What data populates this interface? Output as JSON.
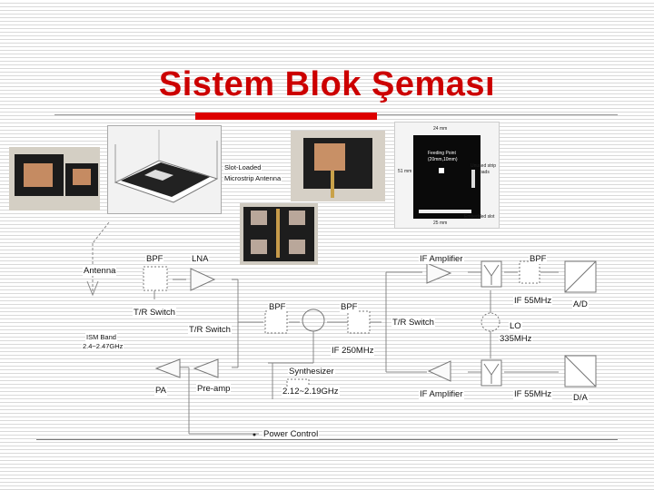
{
  "title": "Sistem Blok Şeması",
  "antenna_caption": [
    "Slot-Loaded",
    "Microstrip Antenna"
  ],
  "blocks": {
    "bpf1": "BPF",
    "lna": "LNA",
    "antenna": "Antenna",
    "tr_switch1": "T/R Switch",
    "tr_switch2": "T/R Switch",
    "tr_switch3": "T/R Switch",
    "ism_band": [
      "ISM Band",
      "2.4~2.47GHz"
    ],
    "bpf2": "BPF",
    "bpf3": "BPF",
    "if250": "IF 250MHz",
    "if_amp_top": "IF Amplifier",
    "bpf4": "BPF",
    "if55_top": "IF 55MHz",
    "ad": "A/D",
    "lo": [
      "LO",
      "335MHz"
    ],
    "synthesizer": "Synthesizer",
    "synth_freq": "2.12~2.19GHz",
    "pa": "PA",
    "preamp": "Pre-amp",
    "if_amp_bottom": "IF Amplifier",
    "if55_bottom": "IF 55MHz",
    "da": "D/A",
    "power_control": "Power Control"
  },
  "dimension_drawing": {
    "top_dim": "24 mm",
    "side_dim": "51 mm",
    "feed_point": [
      "Feeding Point",
      "(20mm,10mm)"
    ],
    "unused_label": [
      "Unused strip",
      "pads"
    ],
    "bottom_dim": "25 mm",
    "slot_label": "Embedded slot"
  },
  "colors": {
    "title": "#cc0000",
    "accent_bar": "#dd0000"
  }
}
